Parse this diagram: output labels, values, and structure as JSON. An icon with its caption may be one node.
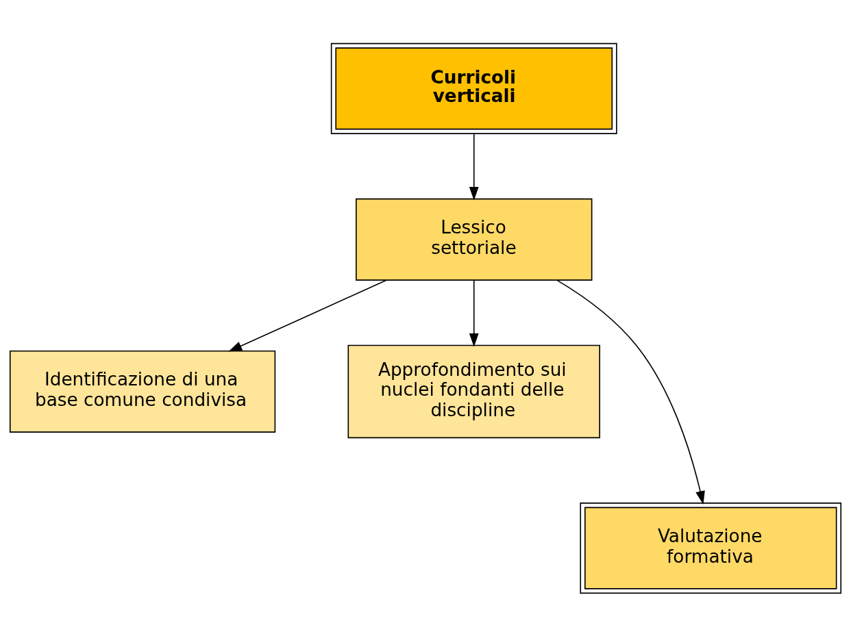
{
  "diagram": {
    "nodes": [
      {
        "text": [
          "Curricoli verticali"
        ]
      },
      {
        "text": [
          "Lessico settoriale"
        ]
      },
      {
        "text": [
          "Identificazione di una base comune condivisa"
        ]
      },
      {
        "text": [
          "Approfondimento sui nuclei fondanti delle discipline"
        ]
      },
      {
        "text": [
          "Valutazione formativa"
        ]
      }
    ],
    "edges": [
      {
        "from": 0,
        "to": 1,
        "arrow": "to"
      },
      {
        "from": 1,
        "to": 2,
        "arrow": "to"
      },
      {
        "from": 1,
        "to": 4,
        "arrow": "to"
      },
      {
        "from": 1,
        "to": 3,
        "arrow": "to"
      }
    ]
  }
}
